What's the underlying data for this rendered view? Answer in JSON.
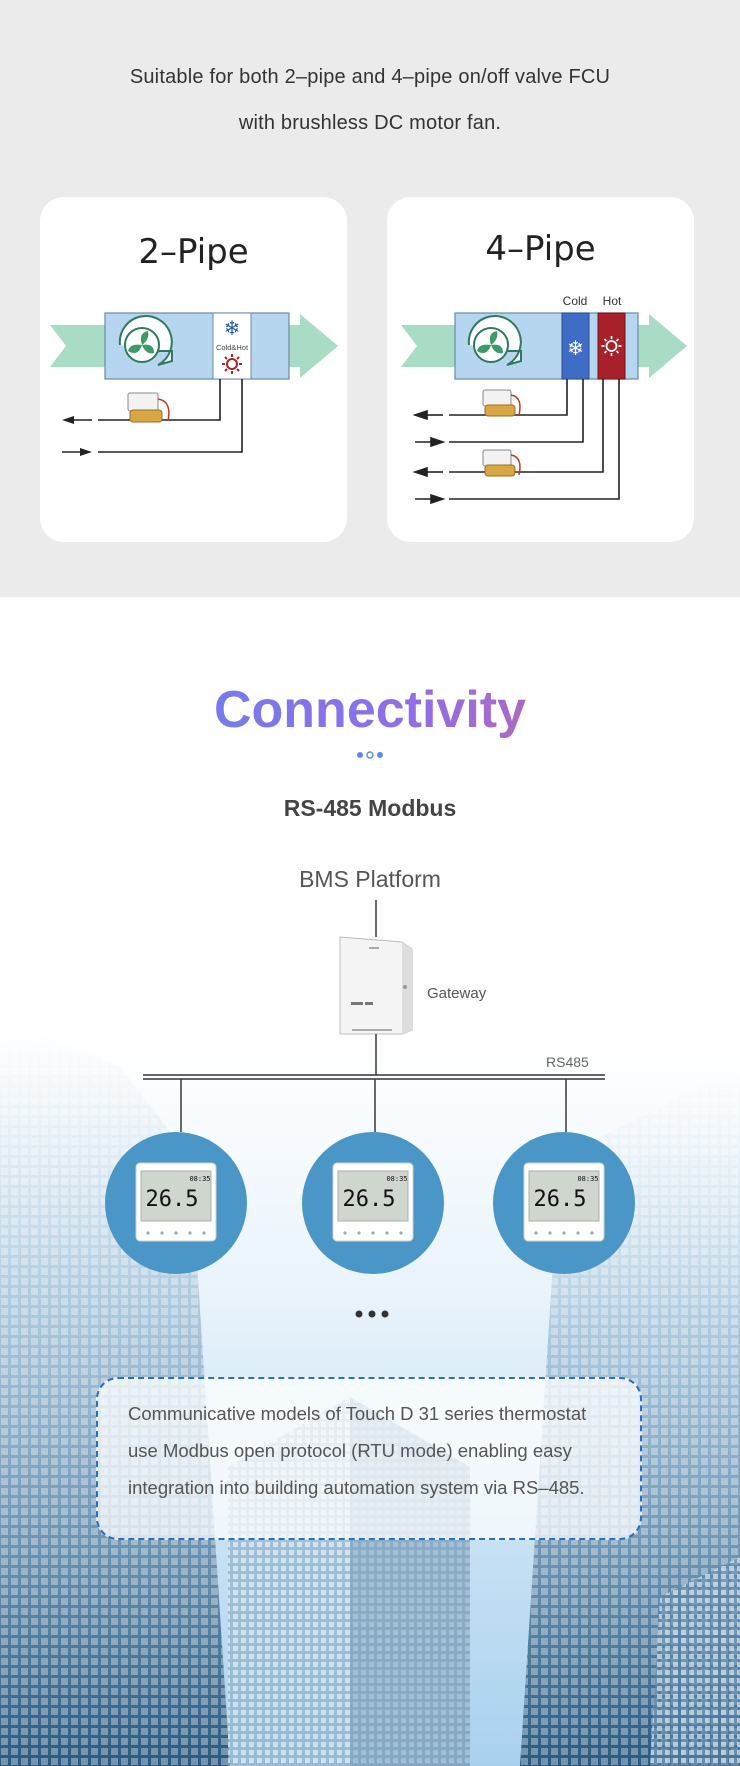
{
  "intro": {
    "line1": "Suitable for both 2–pipe and 4–pipe on/off valve FCU",
    "line2": "with  brushless DC motor fan."
  },
  "pipe2": {
    "title": "2–Pipe",
    "coil_label": "Cold&Hot"
  },
  "pipe4": {
    "title": "4–Pipe",
    "cold_label": "Cold",
    "hot_label": "Hot"
  },
  "connectivity": {
    "title": "Connectivity",
    "subtitle": "RS-485 Modbus",
    "platform": "BMS Platform",
    "gateway": "Gateway",
    "bus": "RS485",
    "thermostat_reading": "26.5",
    "thermostat_time": "08:35",
    "description": {
      "line1": "Communicative models of Touch D 31 series thermostat",
      "line2": "use Modbus open protocol (RTU mode) enabling easy",
      "line3": "integration into building automation system via RS–485."
    }
  },
  "colors": {
    "section_bg": "#ebebeb",
    "card_bg": "#ffffff",
    "airflow_green": "#a9dcc4",
    "fan_unit_blue": "#b5d6ee",
    "cold_coil": "#3f6cc4",
    "hot_coil": "#a8202a",
    "thermostat_circle": "#4a96c6",
    "title_gradient_start": "#5b8af0",
    "title_gradient_end": "#e0627f",
    "dashed_border": "#2a6fc0"
  }
}
